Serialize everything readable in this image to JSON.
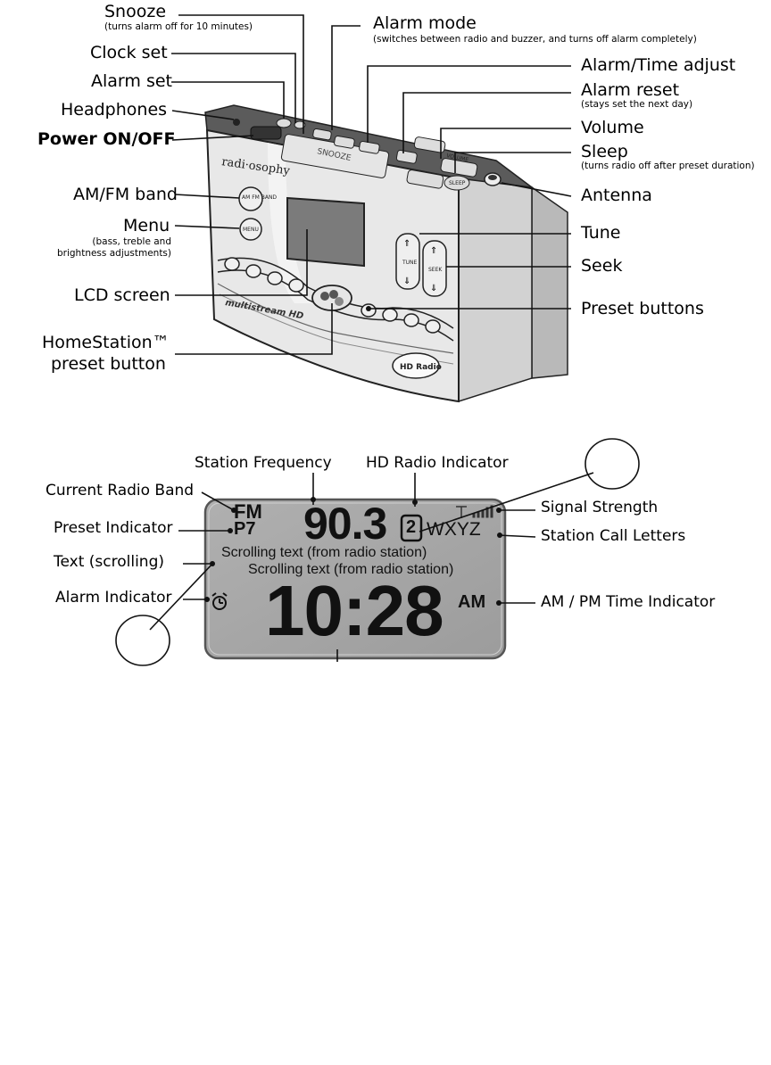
{
  "device": {
    "brand": "radi·osophy",
    "model": "multistream HD",
    "hd_logo": "HD Radio",
    "snooze_label": "SNOOZE",
    "tune_label": "TUNE",
    "seek_label": "SEEK",
    "volume_label": "VOLUME",
    "sleep_label": "SLEEP",
    "menu_label": "MENU",
    "band_label": "AM FM BAND"
  },
  "callouts": {
    "snooze": {
      "label": "Snooze",
      "note": "(turns alarm off for 10 minutes)"
    },
    "clock_set": {
      "label": "Clock set"
    },
    "alarm_set": {
      "label": "Alarm set"
    },
    "headphones": {
      "label": "Headphones"
    },
    "power": {
      "label": "Power ON/OFF"
    },
    "am_fm_band": {
      "label": "AM/FM band"
    },
    "menu": {
      "label": "Menu",
      "note1": "(bass, treble and",
      "note2": "brightness adjustments)"
    },
    "lcd_screen": {
      "label": "LCD screen"
    },
    "homestation": {
      "label1": "HomeStation™",
      "label2": "preset button"
    },
    "alarm_mode": {
      "label": "Alarm mode",
      "note": "(switches between radio and buzzer, and turns off alarm completely)"
    },
    "alarm_time_adjust": {
      "label": "Alarm/Time adjust"
    },
    "alarm_reset": {
      "label": "Alarm reset",
      "note": "(stays set the next day)"
    },
    "volume": {
      "label": "Volume"
    },
    "sleep": {
      "label": "Sleep",
      "note": "(turns radio off after preset duration)"
    },
    "antenna": {
      "label": "Antenna"
    },
    "tune": {
      "label": "Tune"
    },
    "seek": {
      "label": "Seek"
    },
    "preset_buttons": {
      "label": "Preset buttons"
    }
  },
  "lcd_callouts": {
    "station_frequency": "Station Frequency",
    "hd_radio_indicator": "HD Radio Indicator",
    "current_radio_band": "Current Radio Band",
    "preset_indicator": "Preset Indicator",
    "text_scrolling": "Text (scrolling)",
    "alarm_indicator": "Alarm Indicator",
    "signal_strength": "Signal Strength",
    "station_call_letters": "Station Call Letters",
    "am_pm_indicator": "AM / PM  Time Indicator"
  },
  "lcd_display": {
    "band": "FM",
    "preset": "P7",
    "frequency": "90.3",
    "hd_channel": "2",
    "call_letters": "WXYZ",
    "scroll_line1": "Scrolling text (from radio station)",
    "scroll_line2": "Scrolling text (from radio station)",
    "time": "10:28",
    "ampm": "AM"
  },
  "icons": [
    "alarm-clock-icon",
    "signal-strength-icon",
    "antenna-icon",
    "hd-radio-logo-icon"
  ],
  "colors": {
    "lcd_background": "#a9a9a9",
    "device_body": "#e9e9e9",
    "device_top": "#5a5a5a"
  }
}
